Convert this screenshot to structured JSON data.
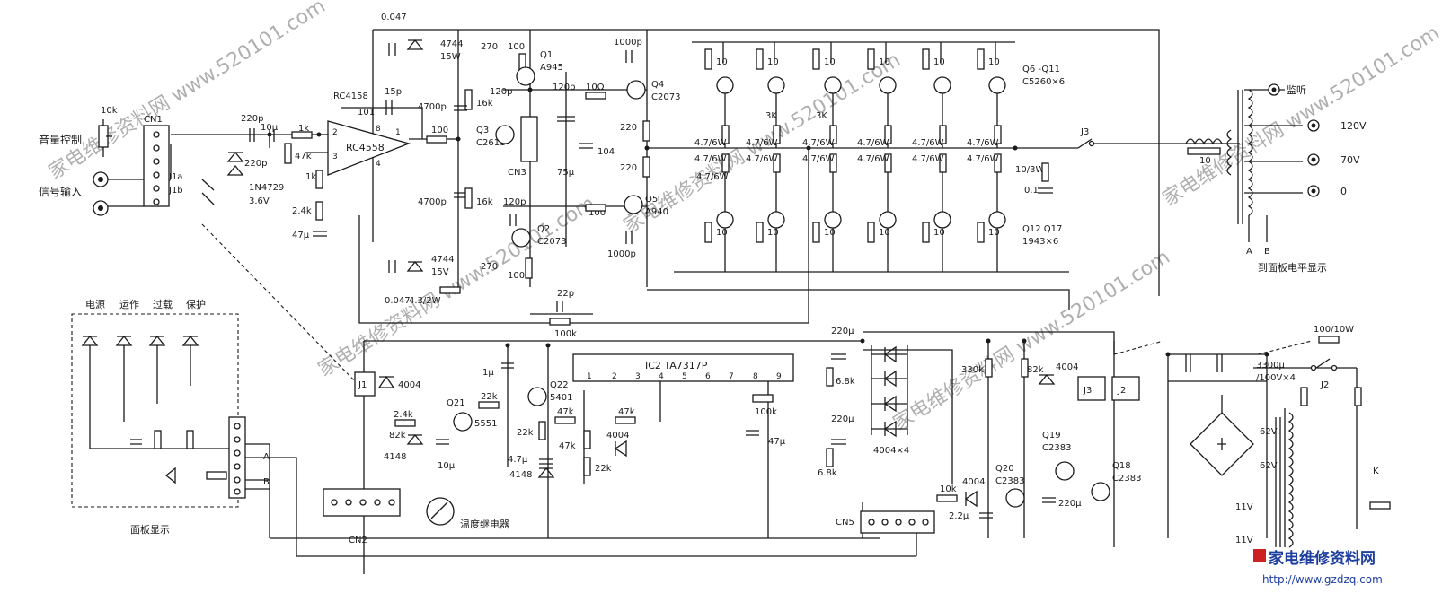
{
  "labels": {
    "vol_ctrl": "音量控制",
    "sig_in": "信号输入",
    "r10k": "10k",
    "cn1": "CN1",
    "j1a": "J1a",
    "j1b": "J1b",
    "c220p_in": "220p",
    "c10u": "10μ",
    "r1k_a": "1k",
    "r1k_b": "1k",
    "r47k_in": "47k",
    "c220p_b": "220p",
    "dz_in": "1N4729",
    "dz_v": "3.6V",
    "r2_4k": "2.4k",
    "c47u_in": "47μ",
    "op_amp": "RC4558",
    "op_note": "JRC4158",
    "op_101": "101",
    "c15p": "15p",
    "pin2": "2",
    "pin3": "3",
    "pin8": "8",
    "pin4": "4",
    "pin1": "1",
    "r100_op": "100",
    "c0047_top": "0.047",
    "dz4744_top": "4744",
    "dz15w_top": "15W",
    "r270_top": "270",
    "r100_q1": "100",
    "q1": "Q1",
    "q1_type": "A945",
    "r16k_a": "16k",
    "c120p_a": "120p",
    "c4700p_a": "4700p",
    "q3": "Q3",
    "q3_type": "C2611",
    "cn3": "CN3",
    "c120p_b": "120p",
    "r10_q4": "10Ω",
    "c104": "104",
    "c75u": "75μ",
    "c1000p_top": "1000p",
    "q4": "Q4",
    "q4_type": "C2073",
    "r220_a": "220",
    "r220_b": "220",
    "c4700p_b": "4700p",
    "r16k_b": "16k",
    "c120p_c": "120p",
    "q2": "Q2",
    "q2_type": "C2073",
    "r100_q5": "100",
    "q5": "Q5",
    "q5_type": "A940",
    "c1000p_bot": "1000p",
    "c0047_bot": "0.047",
    "dz4744_bot": "4744",
    "dz15v_bot": "15V",
    "r270_bot": "270",
    "r100_bot": "100",
    "r43_2w": "4.3/2W",
    "q6_q11": "Q6 -Q11",
    "c5260": "C5260×6",
    "q12_q17": "Q12  Q17",
    "a1943": "1943×6",
    "r10_out": "10",
    "r3k_a": "3K",
    "r3k_b": "3K",
    "r47_6w": "4.7/6W",
    "r10_3w": "10/3W",
    "c01": "0.1",
    "j3_top": "J3",
    "r10_coil": "10",
    "monitor": "监听",
    "v120": "120V",
    "v70": "70V",
    "v0": "0",
    "a_lbl": "A",
    "b_lbl": "B",
    "to_panel": "到面板电平显示",
    "power": "电源",
    "running": "运作",
    "overload": "过载",
    "protect": "保护",
    "panel_display": "面板显示",
    "panel_a": "A",
    "panel_b": "B",
    "cn2": "CN2",
    "temp_relay": "温度继电器",
    "c22p": "22p",
    "r100k_fb": "100k",
    "j1": "J1",
    "d4004_j1": "4004",
    "q21": "Q21",
    "q21_type": "5551",
    "r2_4k_b": "2.4k",
    "r82k_a": "82k",
    "d4148_a": "4148",
    "c10u_b": "10μ",
    "c1u": "1μ",
    "r22k_a": "22k",
    "q22": "Q22",
    "q22_type": "5401",
    "r22k_b": "22k",
    "c47u_b": "4.7μ",
    "d4148_b": "4148",
    "r47k_a": "47k",
    "r47k_b": "47k",
    "r47k_c": "47k",
    "d4004_b": "4004",
    "r22k_c": "22k",
    "ic2": "IC2 TA7317P",
    "ic_pins": [
      "1",
      "2",
      "3",
      "4",
      "5",
      "6",
      "7",
      "8",
      "9"
    ],
    "r100k_ic": "100k",
    "c47u_ic": "47μ",
    "c220u_a": "220μ",
    "r6_8k_a": "6.8k",
    "c220u_b": "220μ",
    "r6_8k_b": "6.8k",
    "bridge_note": "4004×4",
    "r330k": "330k",
    "r82k_b": "82k",
    "d4004_c": "4004",
    "j3": "J3",
    "j2": "J2",
    "q19": "Q19",
    "q19_type": "C2383",
    "q20": "Q20",
    "q20_type": "C2383",
    "q18": "Q18",
    "q18_type": "C2383",
    "c220u_c": "220μ",
    "r10k_b": "10k",
    "d4004_d": "4004",
    "c2_2u": "2.2μ",
    "cn5": "CN5",
    "r100_10w": "100/10W",
    "c3300u": "3300μ",
    "c3300u_v": "/100V×4",
    "j2_sw": "J2",
    "v62_a": "62V",
    "v62_b": "62V",
    "v11_a": "11V",
    "v11_b": "11V",
    "k_lbl": "K",
    "brand_cn": "家电维修资料网",
    "brand_url": "http://www.gzdzq.com",
    "watermark": "家电维修资料网 www.520101.com"
  },
  "colors": {
    "ink": "#1a1a1a",
    "paper": "#ffffff",
    "watermark": "#b8bcc4",
    "brand_blue": "#1f3f9f",
    "brand_red": "#cc2222"
  }
}
